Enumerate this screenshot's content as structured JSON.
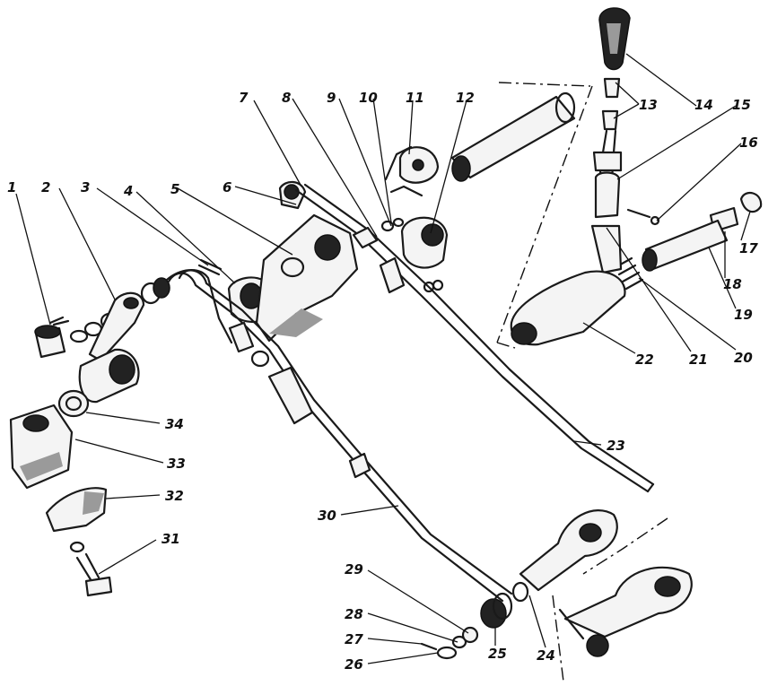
{
  "callouts": [
    {
      "id": "1",
      "text": "1"
    },
    {
      "id": "2",
      "text": "2"
    },
    {
      "id": "3",
      "text": "3"
    },
    {
      "id": "4",
      "text": "4"
    },
    {
      "id": "5",
      "text": "5"
    },
    {
      "id": "6",
      "text": "6"
    },
    {
      "id": "7",
      "text": "7"
    },
    {
      "id": "8",
      "text": "8"
    },
    {
      "id": "9",
      "text": "9"
    },
    {
      "id": "10",
      "text": "10"
    },
    {
      "id": "11",
      "text": "11"
    },
    {
      "id": "12",
      "text": "12"
    },
    {
      "id": "13",
      "text": "13"
    },
    {
      "id": "14",
      "text": "14"
    },
    {
      "id": "15",
      "text": "15"
    },
    {
      "id": "16",
      "text": "16"
    },
    {
      "id": "17",
      "text": "17"
    },
    {
      "id": "18",
      "text": "18"
    },
    {
      "id": "19",
      "text": "19"
    },
    {
      "id": "20",
      "text": "20"
    },
    {
      "id": "21",
      "text": "21"
    },
    {
      "id": "22",
      "text": "22"
    },
    {
      "id": "23",
      "text": "23"
    },
    {
      "id": "24",
      "text": "24"
    },
    {
      "id": "25",
      "text": "25"
    },
    {
      "id": "26",
      "text": "26"
    },
    {
      "id": "27",
      "text": "27"
    },
    {
      "id": "28",
      "text": "28"
    },
    {
      "id": "29",
      "text": "29"
    },
    {
      "id": "30",
      "text": "30"
    },
    {
      "id": "31",
      "text": "31"
    },
    {
      "id": "32",
      "text": "32"
    },
    {
      "id": "33",
      "text": "33"
    },
    {
      "id": "34",
      "text": "34"
    }
  ]
}
